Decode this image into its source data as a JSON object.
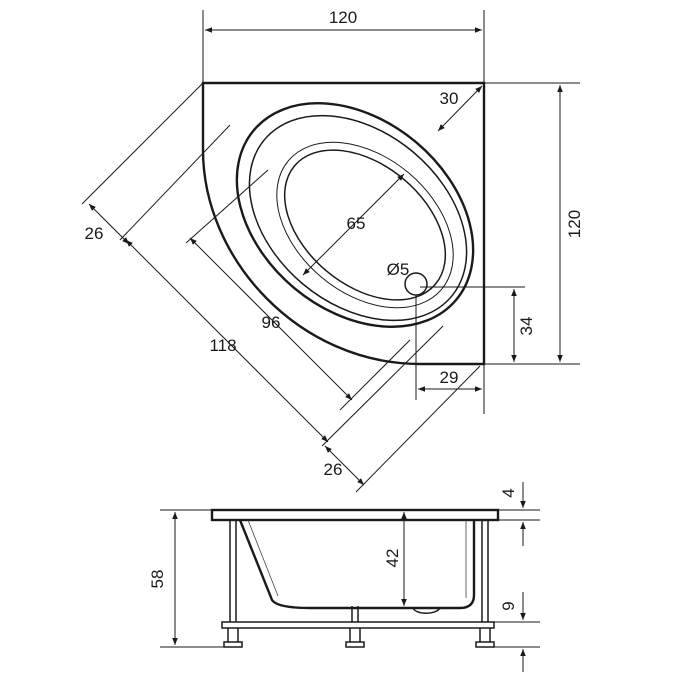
{
  "drawing": {
    "top_view": {
      "width_label": "120",
      "height_label": "120",
      "rim_depth_label": "30",
      "inner_bowl_label": "65",
      "drain_label": "Ø5",
      "drain_offset_vertical_label": "34",
      "drain_offset_horizontal_label": "29",
      "diagonal_outer_offset_label": "26",
      "diagonal_inner_length_label": "96",
      "diagonal_outer_length_label": "118",
      "diagonal_bottom_offset_label": "26"
    },
    "side_view": {
      "total_height_label": "58",
      "bowl_depth_label": "42",
      "rim_thickness_label": "4",
      "foot_height_label": "9"
    }
  }
}
